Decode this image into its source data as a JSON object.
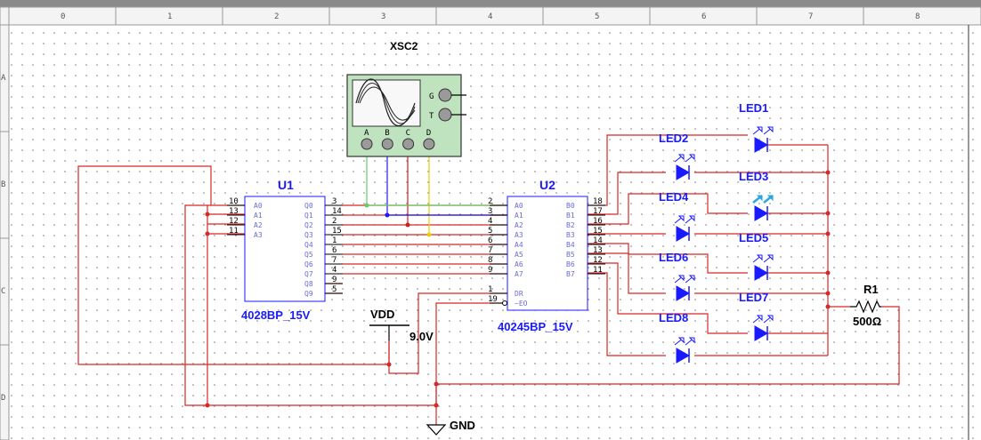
{
  "ruler": {
    "columns": [
      "0",
      "1",
      "2",
      "3",
      "4",
      "5",
      "6",
      "7",
      "8"
    ],
    "rows": [
      "A",
      "B",
      "C",
      "D"
    ]
  },
  "oscilloscope": {
    "ref": "XSC2",
    "channels": [
      "A",
      "B",
      "C",
      "D"
    ],
    "aux": [
      "G",
      "T"
    ]
  },
  "u1": {
    "ref": "U1",
    "part": "4028BP_15V",
    "inputs": [
      {
        "pin": "10",
        "name": "A0"
      },
      {
        "pin": "13",
        "name": "A1"
      },
      {
        "pin": "12",
        "name": "A2"
      },
      {
        "pin": "11",
        "name": "A3"
      }
    ],
    "outputs": [
      {
        "pin": "3",
        "name": "Q0"
      },
      {
        "pin": "14",
        "name": "Q1"
      },
      {
        "pin": "2",
        "name": "Q2"
      },
      {
        "pin": "15",
        "name": "Q3"
      },
      {
        "pin": "1",
        "name": "Q4"
      },
      {
        "pin": "6",
        "name": "Q5"
      },
      {
        "pin": "7",
        "name": "Q6"
      },
      {
        "pin": "4",
        "name": "Q7"
      },
      {
        "pin": "9",
        "name": "Q8"
      },
      {
        "pin": "5",
        "name": "Q9"
      }
    ]
  },
  "u2": {
    "ref": "U2",
    "part": "40245BP_15V",
    "inputs": [
      {
        "pin": "2",
        "name": "A0"
      },
      {
        "pin": "3",
        "name": "A1"
      },
      {
        "pin": "4",
        "name": "A2"
      },
      {
        "pin": "5",
        "name": "A3"
      },
      {
        "pin": "6",
        "name": "A4"
      },
      {
        "pin": "7",
        "name": "A5"
      },
      {
        "pin": "8",
        "name": "A6"
      },
      {
        "pin": "9",
        "name": "A7"
      }
    ],
    "ctrl": [
      {
        "pin": "1",
        "name": "DR"
      },
      {
        "pin": "19",
        "name": "~EO"
      }
    ],
    "outputs": [
      {
        "pin": "18",
        "name": "B0"
      },
      {
        "pin": "17",
        "name": "B1"
      },
      {
        "pin": "16",
        "name": "B2"
      },
      {
        "pin": "15",
        "name": "B3"
      },
      {
        "pin": "14",
        "name": "B4"
      },
      {
        "pin": "13",
        "name": "B5"
      },
      {
        "pin": "12",
        "name": "B6"
      },
      {
        "pin": "11",
        "name": "B7"
      }
    ]
  },
  "leds": [
    "LED1",
    "LED2",
    "LED3",
    "LED4",
    "LED5",
    "LED6",
    "LED7",
    "LED8"
  ],
  "vdd": {
    "name": "VDD",
    "value": "9.0V"
  },
  "resistor": {
    "ref": "R1",
    "value": "500Ω"
  },
  "gnd": {
    "name": "GND"
  },
  "colors": {
    "wire": "#d62828",
    "component": "#1a1aff",
    "scope": "#bfe3bf",
    "chanA": "#66cc66",
    "chanB": "#1a1aff",
    "chanC": "#cc2222",
    "chanD": "#e6d200"
  }
}
